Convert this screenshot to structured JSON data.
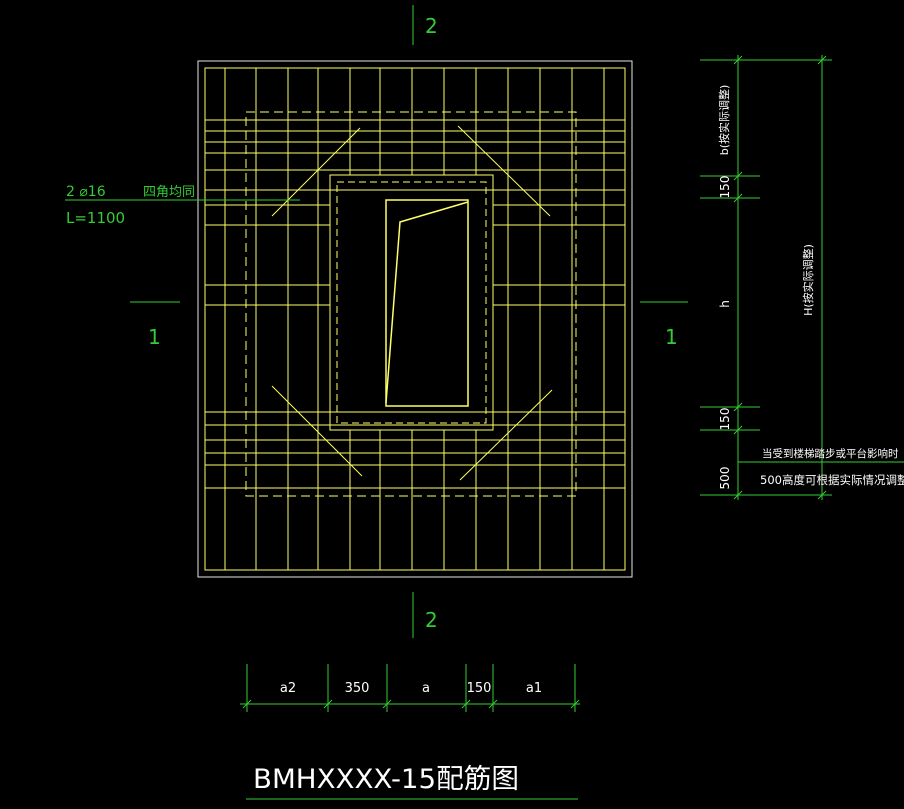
{
  "section_markers": {
    "top": "2",
    "bottom": "2",
    "left": "1",
    "right": "1"
  },
  "rebar_note": {
    "spec": "2 ⌀16",
    "spec_desc": "四角均同",
    "length": "L=1100"
  },
  "side_dims": {
    "b": "b(按实际调整)",
    "d150_top": "150",
    "h": "h",
    "H": "H(按实际调整)",
    "d150_bottom": "150",
    "d500": "500",
    "note1": "当受到楼梯踏步或平台影响时",
    "note2": "500高度可根据实际情况调整"
  },
  "bottom_dims": [
    "a2",
    "350",
    "a",
    "150",
    "a1"
  ],
  "title": "BMHXXXX-15配筋图",
  "colors": {
    "rebar": "#ffff66",
    "dimension": "#33cc33",
    "text": "#ffffff",
    "background": "#000000"
  }
}
